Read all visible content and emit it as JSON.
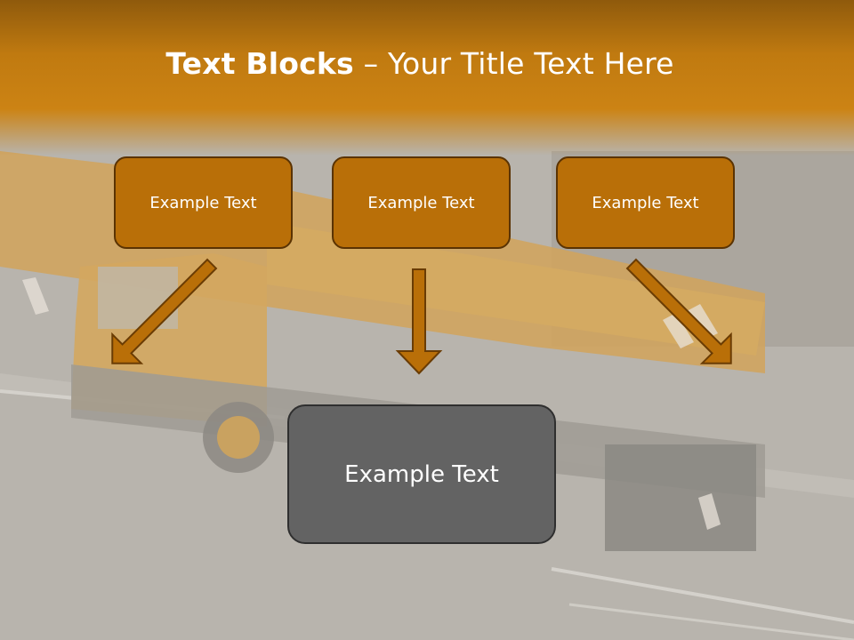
{
  "title": {
    "bold": "Text Blocks",
    "rest": " – Your Title Text Here"
  },
  "blocks": [
    {
      "label": "Example Text"
    },
    {
      "label": "Example Text"
    },
    {
      "label": "Example Text"
    }
  ],
  "target": {
    "label": "Example Text"
  },
  "colors": {
    "header": "#c07a10",
    "box_fill": "#b96f08",
    "box_border": "#5a3303",
    "target_fill": "#636363",
    "arrow_fill": "#b96f08"
  }
}
